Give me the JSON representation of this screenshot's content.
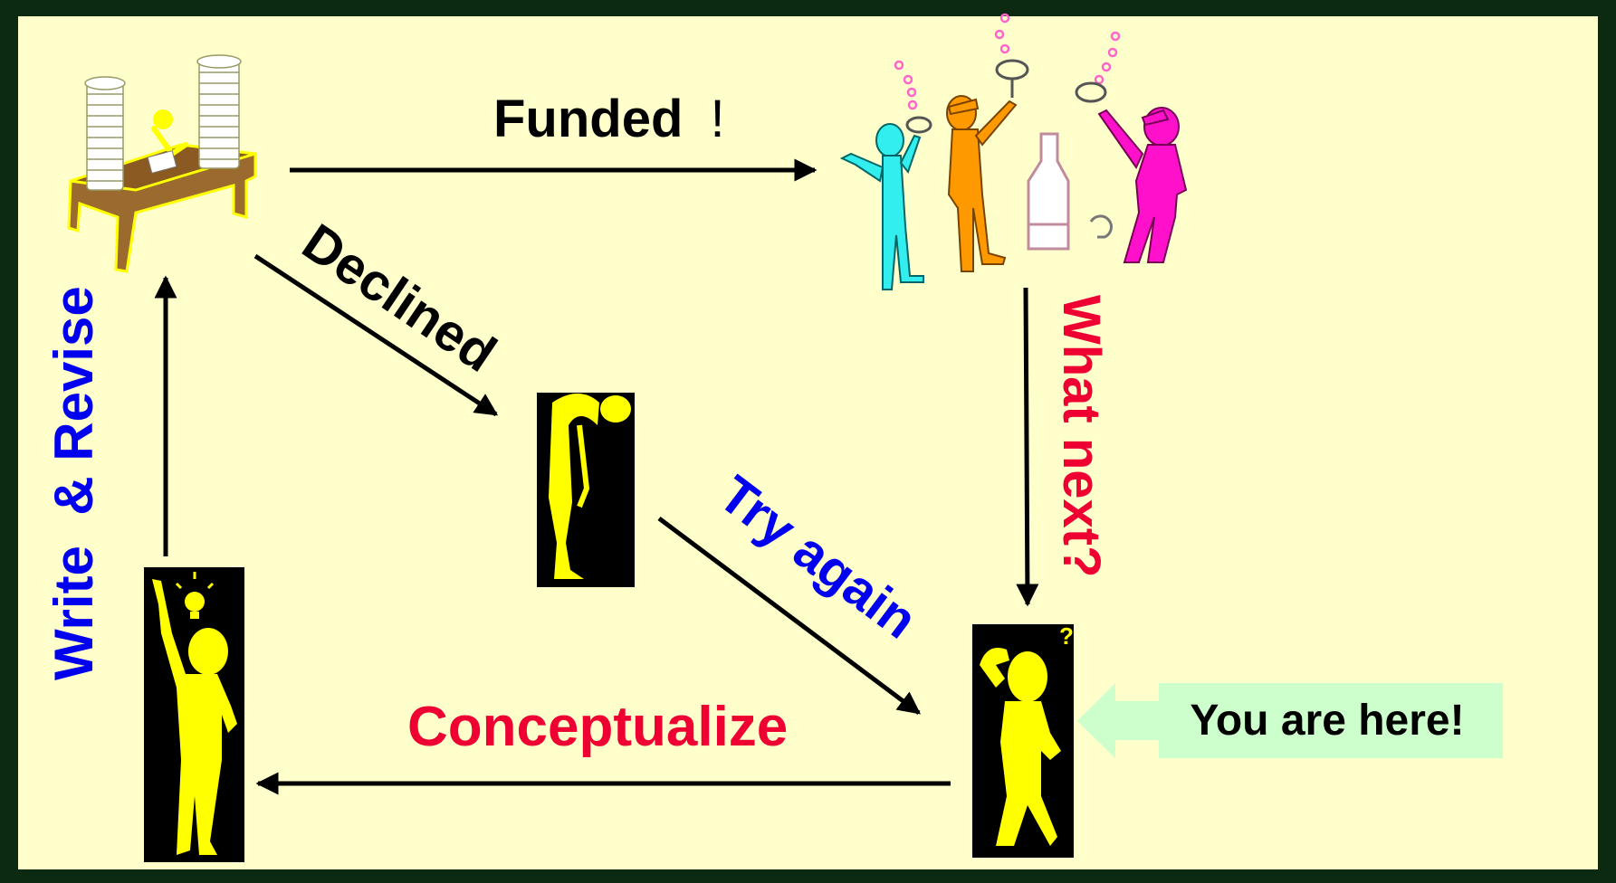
{
  "labels": {
    "funded": "Funded",
    "funded_mark": "!",
    "declined": "Declined",
    "try_again": "Try again",
    "what_next": "What next?",
    "conceptualize": "Conceptualize",
    "write_revise": "Write  & Revise",
    "you_are_here": "You are here!"
  },
  "colors": {
    "background": "#ffffcc",
    "frame": "#0c2a12",
    "black_text": "#000000",
    "blue_text": "#0000ee",
    "red_text": "#ee0033",
    "yellow_figure": "#ffff00",
    "callout": "#ccffcc",
    "desk": "#9b6a2e",
    "cyan_person": "#33eeee",
    "orange_person": "#ff9900",
    "magenta_person": "#ff11cc",
    "bottle": "#c08b9c"
  },
  "icons": {
    "desk_scene": "desk-with-paper-stacks-icon",
    "celebration": "celebrating-people-icon",
    "sad_figure": "dejected-figure-icon",
    "thinking_figure": "confused-figure-icon",
    "idea_figure": "idea-figure-icon"
  }
}
